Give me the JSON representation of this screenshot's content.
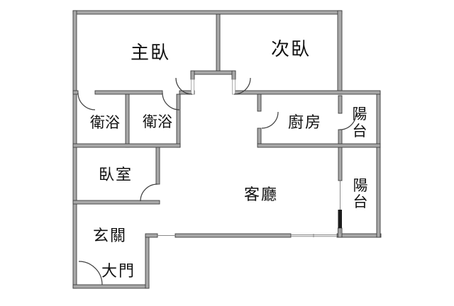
{
  "floorplan": {
    "title": "apartment-floor-plan",
    "background_color": "#ffffff",
    "wall_fill_color": "#a8a8a8",
    "wall_edge_color": "#3d3d3d",
    "door_panel_color": "#1c1c1c",
    "label_color": "#111111",
    "room_count": 11,
    "rooms": [
      {
        "id": "master-bedroom",
        "label": "主臥"
      },
      {
        "id": "second-bedroom",
        "label": "次臥"
      },
      {
        "id": "bathroom-1",
        "label": "衛浴"
      },
      {
        "id": "bathroom-2",
        "label": "衛浴"
      },
      {
        "id": "kitchen",
        "label": "廚房"
      },
      {
        "id": "bedroom",
        "label": "臥室"
      },
      {
        "id": "living-room",
        "label": "客廳"
      },
      {
        "id": "entryway",
        "label": "玄關"
      },
      {
        "id": "main-door",
        "label": "大門"
      },
      {
        "id": "balcony-upper",
        "label": "陽台",
        "chars": [
          "陽",
          "台"
        ]
      },
      {
        "id": "balcony-lower",
        "label": "陽台",
        "chars": [
          "陽",
          "台"
        ]
      }
    ],
    "doors": [
      {
        "at": "bathroom-1",
        "type": "swing"
      },
      {
        "at": "bathroom-2",
        "type": "swing"
      },
      {
        "at": "master-bedroom",
        "type": "swing"
      },
      {
        "at": "second-bedroom",
        "type": "swing"
      },
      {
        "at": "kitchen",
        "type": "swing"
      },
      {
        "at": "balcony-upper",
        "type": "swing"
      },
      {
        "at": "bedroom",
        "type": "swing"
      },
      {
        "at": "main-door",
        "type": "swing"
      },
      {
        "at": "balcony-lower",
        "type": "sliding"
      }
    ],
    "windows": [
      {
        "at": "living-room-south-left"
      },
      {
        "at": "living-room-south-right"
      }
    ]
  }
}
